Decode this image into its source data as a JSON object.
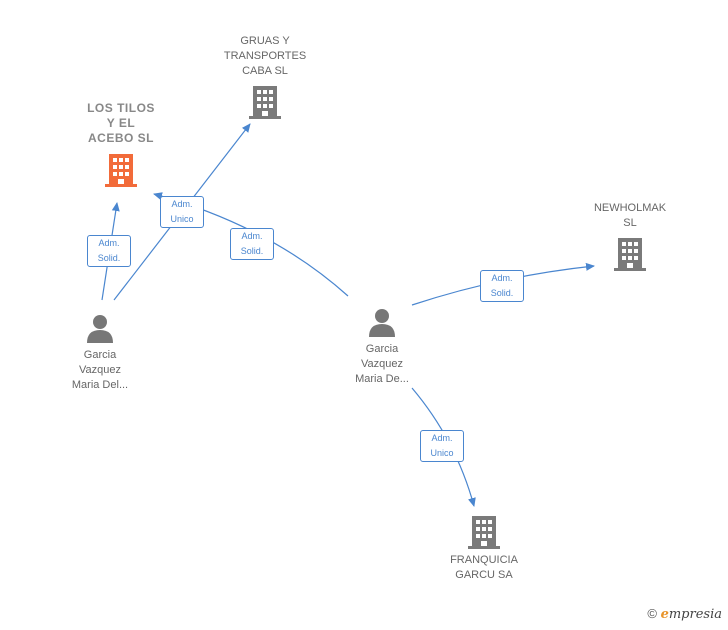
{
  "colors": {
    "edge": "#4a86cf",
    "company": "#7a7a7a",
    "focus_company": "#f26b3a",
    "person": "#777777"
  },
  "nodes": {
    "gruas": {
      "label": "GRUAS Y\nTRANSPORTES\nCABA SL",
      "icon": "building-icon"
    },
    "lostilos": {
      "label": "LOS TILOS\nY EL\nACEBO  SL",
      "icon": "building-icon"
    },
    "newholmak": {
      "label": "NEWHOLMAK\nSL",
      "icon": "building-icon"
    },
    "franquicia": {
      "label": "FRANQUICIA\nGARCU SA",
      "icon": "building-icon"
    },
    "person_left": {
      "label": "Garcia\nVazquez\nMaria Del...",
      "icon": "person-icon"
    },
    "person_center": {
      "label": "Garcia\nVazquez\nMaria De...",
      "icon": "person-icon"
    }
  },
  "edges": [
    {
      "from": "person_left",
      "to": "lostilos",
      "label": "Adm.\nSolid."
    },
    {
      "from": "person_left",
      "to": "gruas",
      "label": "Adm.\nUnico"
    },
    {
      "from": "person_center",
      "to": "lostilos",
      "label": "Adm.\nSolid."
    },
    {
      "from": "person_center",
      "to": "newholmak",
      "label": "Adm.\nSolid."
    },
    {
      "from": "person_center",
      "to": "franquicia",
      "label": "Adm.\nUnico"
    }
  ],
  "footer": {
    "copyright": "©",
    "brand_initial": "e",
    "brand_rest": "mpresia"
  }
}
